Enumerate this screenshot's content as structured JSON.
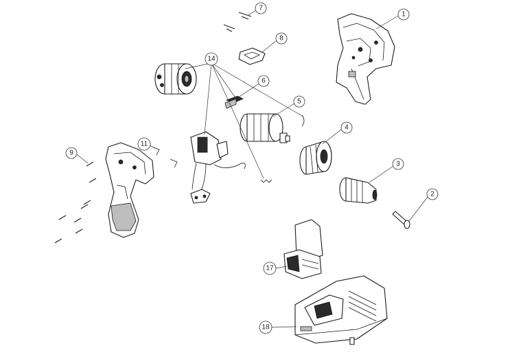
{
  "callouts": [
    {
      "id": "c1",
      "label": "1"
    },
    {
      "id": "c2",
      "label": "2"
    },
    {
      "id": "c3",
      "label": "3"
    },
    {
      "id": "c4",
      "label": "4"
    },
    {
      "id": "c5",
      "label": "5"
    },
    {
      "id": "c6",
      "label": "6"
    },
    {
      "id": "c7",
      "label": "7"
    },
    {
      "id": "c8",
      "label": "8"
    },
    {
      "id": "c9",
      "label": "9"
    },
    {
      "id": "c11",
      "label": "11"
    },
    {
      "id": "c14",
      "label": "14"
    },
    {
      "id": "c17",
      "label": "17"
    },
    {
      "id": "c18",
      "label": "18"
    }
  ],
  "colors": {
    "line": "#1a1a1a",
    "background": "#ffffff"
  }
}
